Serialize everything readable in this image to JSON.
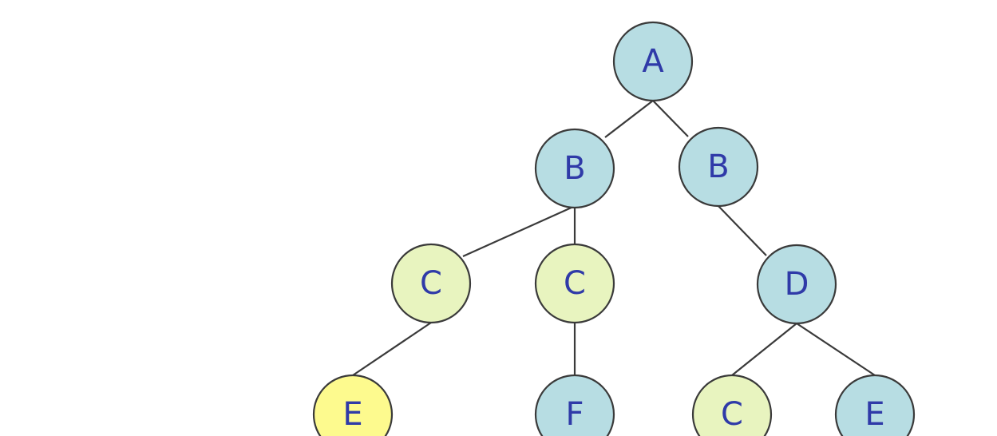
{
  "palette": {
    "blue": "#b7dde3",
    "green": "#e8f4bf",
    "yellow": "#fdfa8e"
  },
  "tree": {
    "nodes": [
      {
        "id": "a",
        "label": "A",
        "color": "blue"
      },
      {
        "id": "b1",
        "label": "B",
        "color": "blue"
      },
      {
        "id": "b2",
        "label": "B",
        "color": "blue"
      },
      {
        "id": "c1",
        "label": "C",
        "color": "green"
      },
      {
        "id": "c2",
        "label": "C",
        "color": "green"
      },
      {
        "id": "d",
        "label": "D",
        "color": "blue"
      },
      {
        "id": "e1",
        "label": "E",
        "color": "yellow"
      },
      {
        "id": "f",
        "label": "F",
        "color": "blue"
      },
      {
        "id": "c3",
        "label": "C",
        "color": "green"
      },
      {
        "id": "e2",
        "label": "E",
        "color": "blue"
      }
    ],
    "edges": [
      {
        "from": "a",
        "to": "b1"
      },
      {
        "from": "a",
        "to": "b2"
      },
      {
        "from": "b1",
        "to": "c1"
      },
      {
        "from": "b1",
        "to": "c2"
      },
      {
        "from": "b2",
        "to": "d"
      },
      {
        "from": "c1",
        "to": "e1"
      },
      {
        "from": "c2",
        "to": "f"
      },
      {
        "from": "d",
        "to": "c3"
      },
      {
        "from": "d",
        "to": "e2"
      }
    ]
  }
}
